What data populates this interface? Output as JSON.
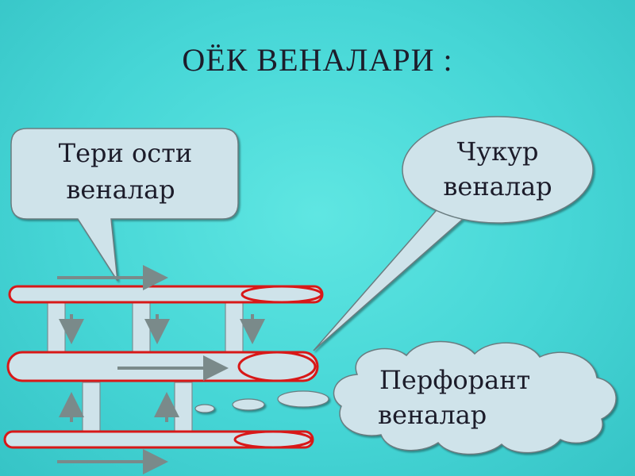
{
  "title": "ОЁК ВЕНАЛАРИ :",
  "callouts": {
    "superficial": {
      "line1": "Тери ости",
      "line2": "веналар"
    },
    "deep": {
      "line1": "Чукур",
      "line2": "веналар"
    },
    "perforating": {
      "line1": "Перфорант",
      "line2": "веналар"
    }
  },
  "colors": {
    "background": "#46d6d6",
    "callout_fill": "#cfe3ea",
    "vein_outline": "#d81818",
    "vein_fill": "#cfe3ea",
    "arrow": "#7a8a8a"
  }
}
